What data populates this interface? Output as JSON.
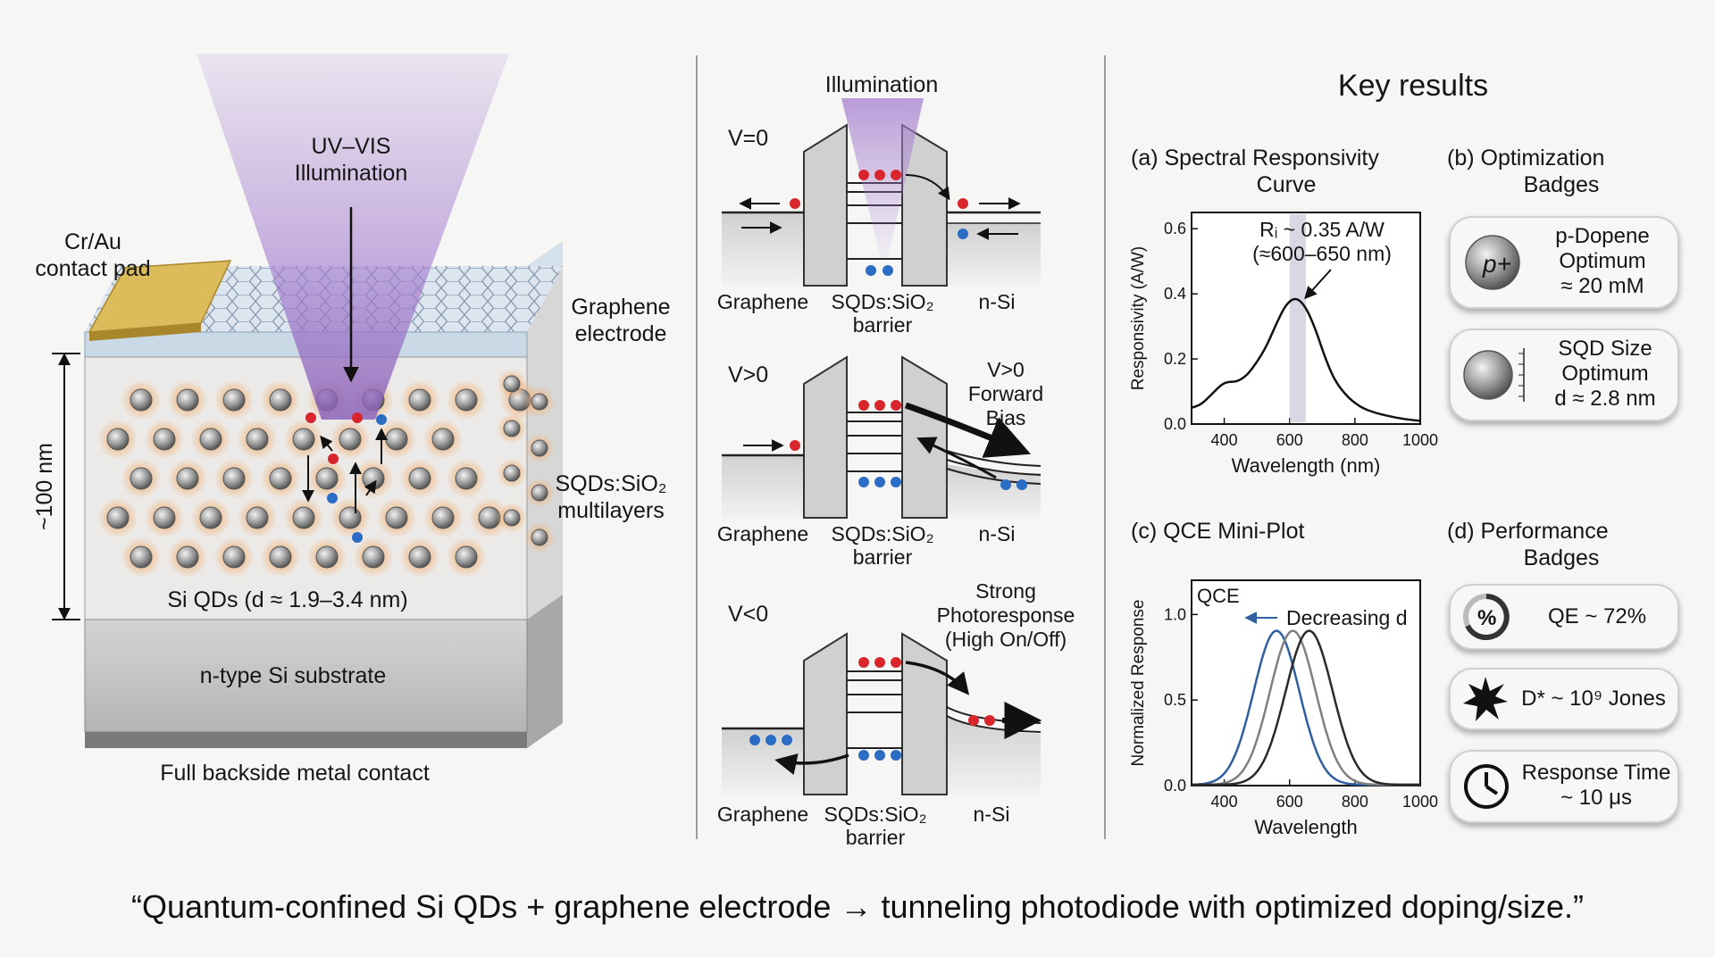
{
  "device": {
    "illumination": "UV–VIS\nIllumination",
    "contact_pad": "Cr/Au\ncontact pad",
    "graphene": "Graphene\nelectrode",
    "multilayers": "SQDs:SiO₂\nmultilayers",
    "thickness": "~100 nm",
    "qd_label": "Si QDs (d ≈ 1.9–3.4 nm)",
    "substrate": "n-type Si substrate",
    "backside": "Full backside metal contact"
  },
  "bands": {
    "illumination": "Illumination",
    "left_label": "Graphene",
    "mid_label": "SQDs:SiO₂\nbarrier",
    "right_label": "n-Si",
    "cases": [
      {
        "bias": "V=0",
        "note": ""
      },
      {
        "bias": "V>0",
        "note": "V>0\nForward\nBias"
      },
      {
        "bias": "V<0",
        "note": "Strong\nPhotoresponse\n(High On/Off)"
      }
    ]
  },
  "results": {
    "title": "Key results",
    "panel_a": "(a)  Spectral Responsivity\nCurve",
    "panel_b": "(b)  Optimization\nBadges",
    "panel_c": "(c)      QCE Mini-Plot",
    "panel_d": "(d)  Performance\nBadges"
  },
  "chart_data": [
    {
      "type": "line",
      "xlabel": "Wavelength (nm)",
      "ylabel": "Responsivity (A/W)",
      "xlim": [
        300,
        1000
      ],
      "ylim": [
        0,
        0.65
      ],
      "xticks": [
        "400",
        "600",
        "800",
        "1000"
      ],
      "yticks": [
        "0.0",
        "0.2",
        "0.4",
        "0.6"
      ],
      "annotation": "Rᵢ ~ 0.35 A/W\n(≈600–650 nm)",
      "highlight_band": [
        600,
        650
      ],
      "series": [
        {
          "x": [
            300,
            330,
            360,
            390,
            410,
            440,
            470,
            500,
            530,
            560,
            590,
            620,
            650,
            680,
            710,
            740,
            780,
            820,
            860,
            900,
            950,
            1000
          ],
          "values": [
            0.05,
            0.06,
            0.09,
            0.12,
            0.13,
            0.13,
            0.15,
            0.19,
            0.24,
            0.31,
            0.37,
            0.39,
            0.36,
            0.29,
            0.2,
            0.13,
            0.08,
            0.05,
            0.035,
            0.025,
            0.015,
            0.01
          ]
        }
      ]
    },
    {
      "type": "line",
      "xlabel": "Wavelength",
      "ylabel": "Normalized Response",
      "xlim": [
        300,
        1000
      ],
      "ylim": [
        0,
        1.2
      ],
      "xticks": [
        "400",
        "600",
        "800",
        "1000"
      ],
      "yticks": [
        "0.0",
        "0.5",
        "1.0"
      ],
      "inset_label": "QCE",
      "annotation": "Decreasing d",
      "series": [
        {
          "color": "#2f5fa0",
          "center": 560,
          "width": 70,
          "peak": 0.9
        },
        {
          "color": "#808080",
          "center": 610,
          "width": 70,
          "peak": 0.9
        },
        {
          "color": "#2a2a2a",
          "center": 660,
          "width": 72,
          "peak": 0.9
        }
      ]
    }
  ],
  "optimization_badges": [
    {
      "icon": "p+",
      "text": "p-Dopene\nOptimum\n≈ 20 mM"
    },
    {
      "icon": "sphere",
      "text": "SQD Size\nOptimum\nd ≈ 2.8 nm"
    }
  ],
  "performance_badges": [
    {
      "icon": "%",
      "text": "QE ~ 72%"
    },
    {
      "icon": "star",
      "text": "D* ~ 10⁹ Jones"
    },
    {
      "icon": "clock",
      "text": "Response Time\n~ 10 μs"
    }
  ],
  "caption": "“Quantum-confined Si QDs + graphene electrode → tunneling photodiode with optimized doping/size.”",
  "colors": {
    "electron": "#d8262c",
    "hole": "#2b6cc4",
    "light": "#a67fcf",
    "gold": "#d2b04a"
  }
}
